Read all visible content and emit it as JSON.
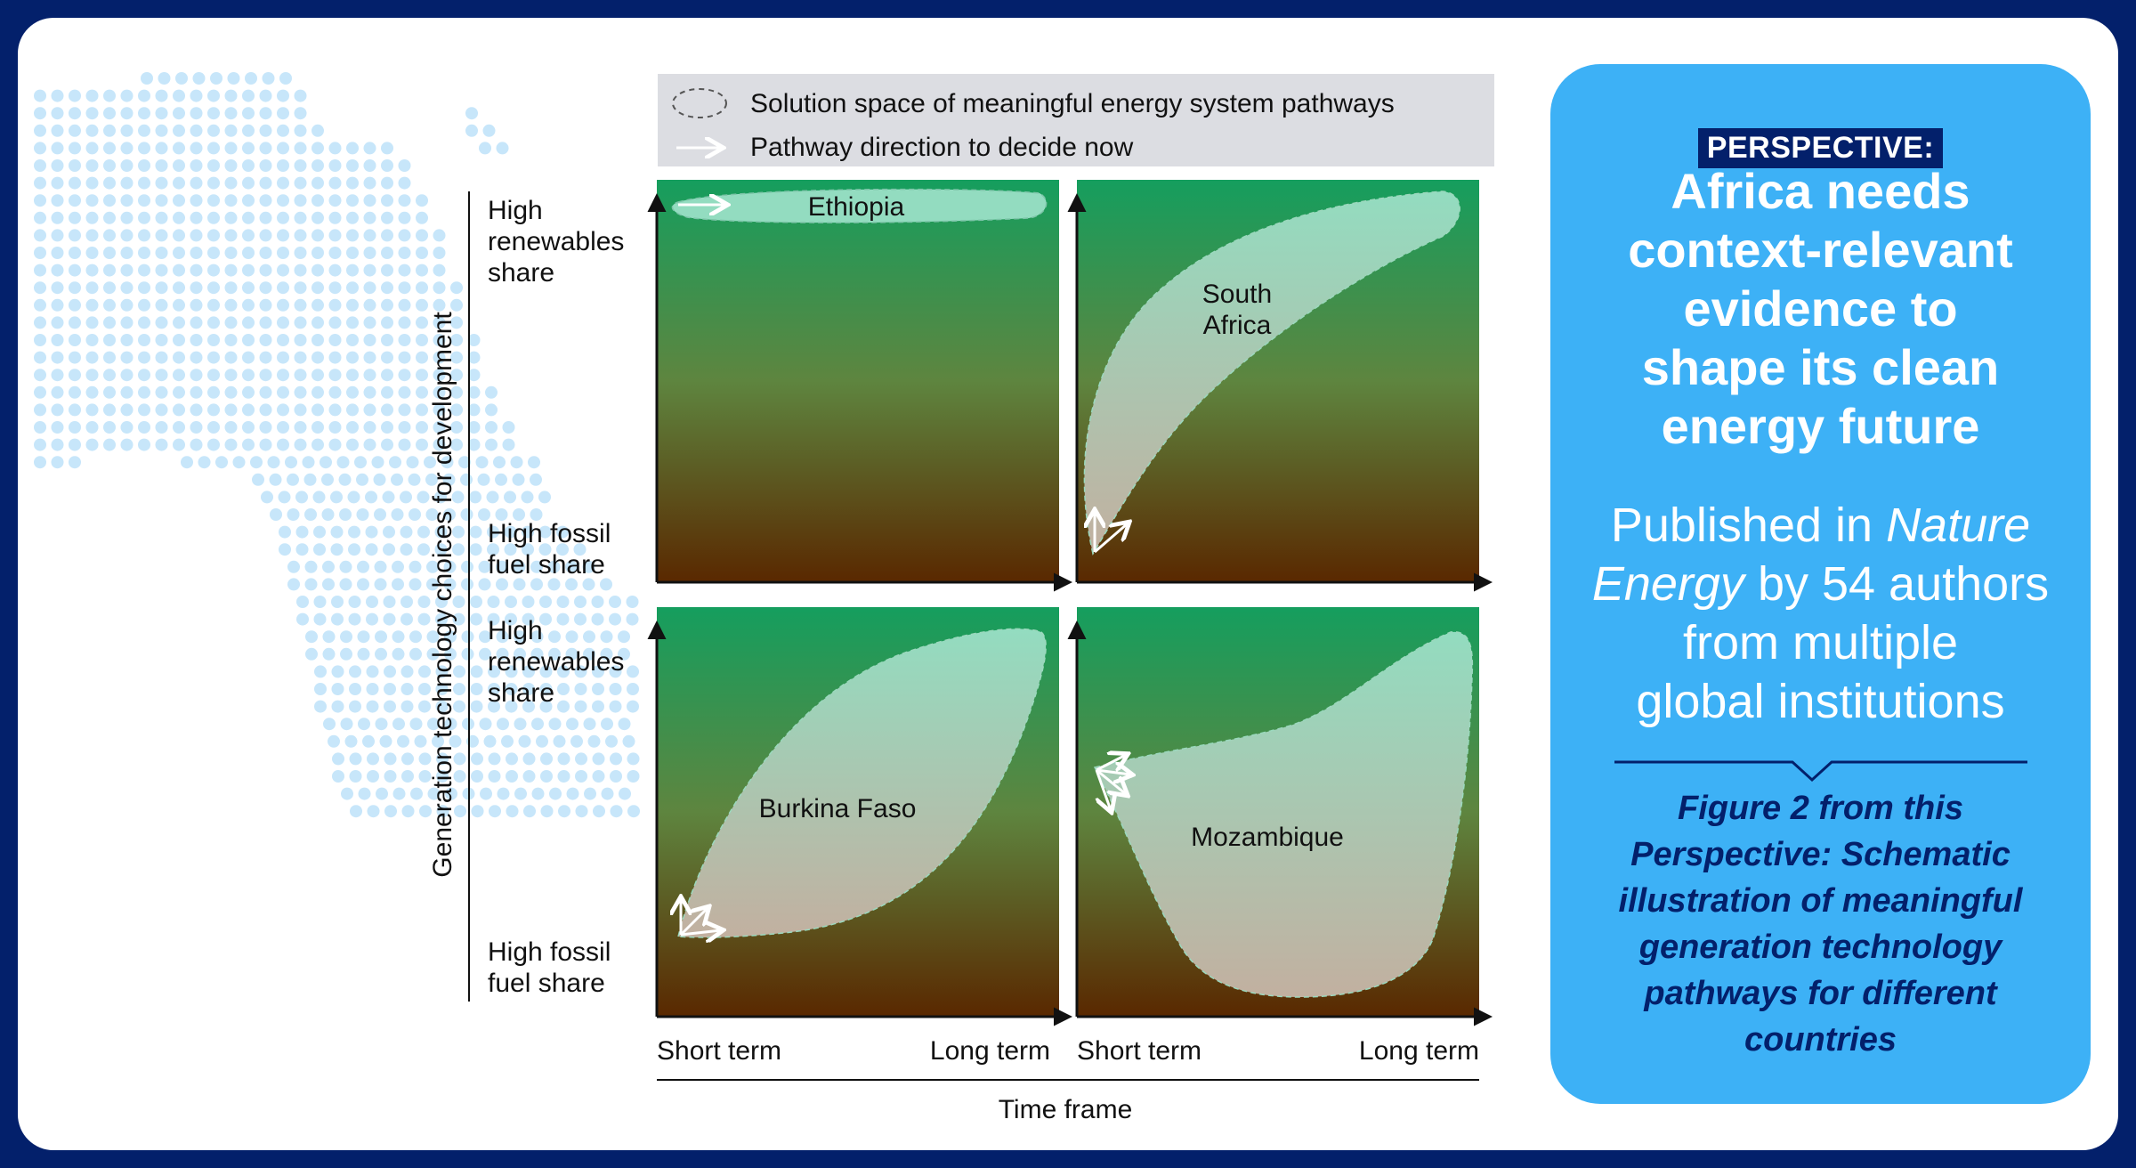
{
  "legend": {
    "solution_space": "Solution space of meaningful energy system pathways",
    "pathway_direction": "Pathway direction to decide now"
  },
  "y_axis": {
    "title": "Generation technology choices for development",
    "top_high_renewables": [
      "High",
      "renewables",
      "share"
    ],
    "top_high_fossil": [
      "High fossil",
      "fuel share"
    ],
    "bottom_high_renewables": [
      "High",
      "renewables",
      "share"
    ],
    "bottom_high_fossil": [
      "High fossil",
      "fuel share"
    ]
  },
  "x_axis": {
    "left_short": "Short term",
    "left_long": "Long term",
    "right_short": "Short term",
    "right_long": "Long term",
    "title": "Time frame"
  },
  "panels": {
    "ethiopia": {
      "label": [
        "Ethiopia"
      ]
    },
    "south_africa": {
      "label": [
        "South",
        "Africa"
      ]
    },
    "burkina_faso": {
      "label": [
        "Burkina Faso"
      ]
    },
    "mozambique": {
      "label": [
        "Mozambique"
      ]
    }
  },
  "right_panel": {
    "badge": "PERSPECTIVE:",
    "headline": [
      "Africa needs",
      "context-relevant",
      "evidence to",
      "shape its clean",
      "energy future"
    ],
    "byline": {
      "line1_prefix": "Published in ",
      "journal_part1": "Nature",
      "journal_part2": "Energy",
      "line2_suffix": " by 54 authors",
      "line3": "from multiple",
      "line4": "global institutions"
    },
    "caption": [
      "Figure 2 from this",
      "Perspective: Schematic",
      "illustration of meaningful",
      "generation technology",
      "pathways for different",
      "countries"
    ]
  },
  "colors": {
    "frame": "#03206b",
    "panel_blue": "#3db1f6",
    "gradient_top": "#159e5e",
    "gradient_mid": "#5e853f",
    "gradient_bottom": "#5a2800",
    "dots": "#c7e6fa"
  }
}
